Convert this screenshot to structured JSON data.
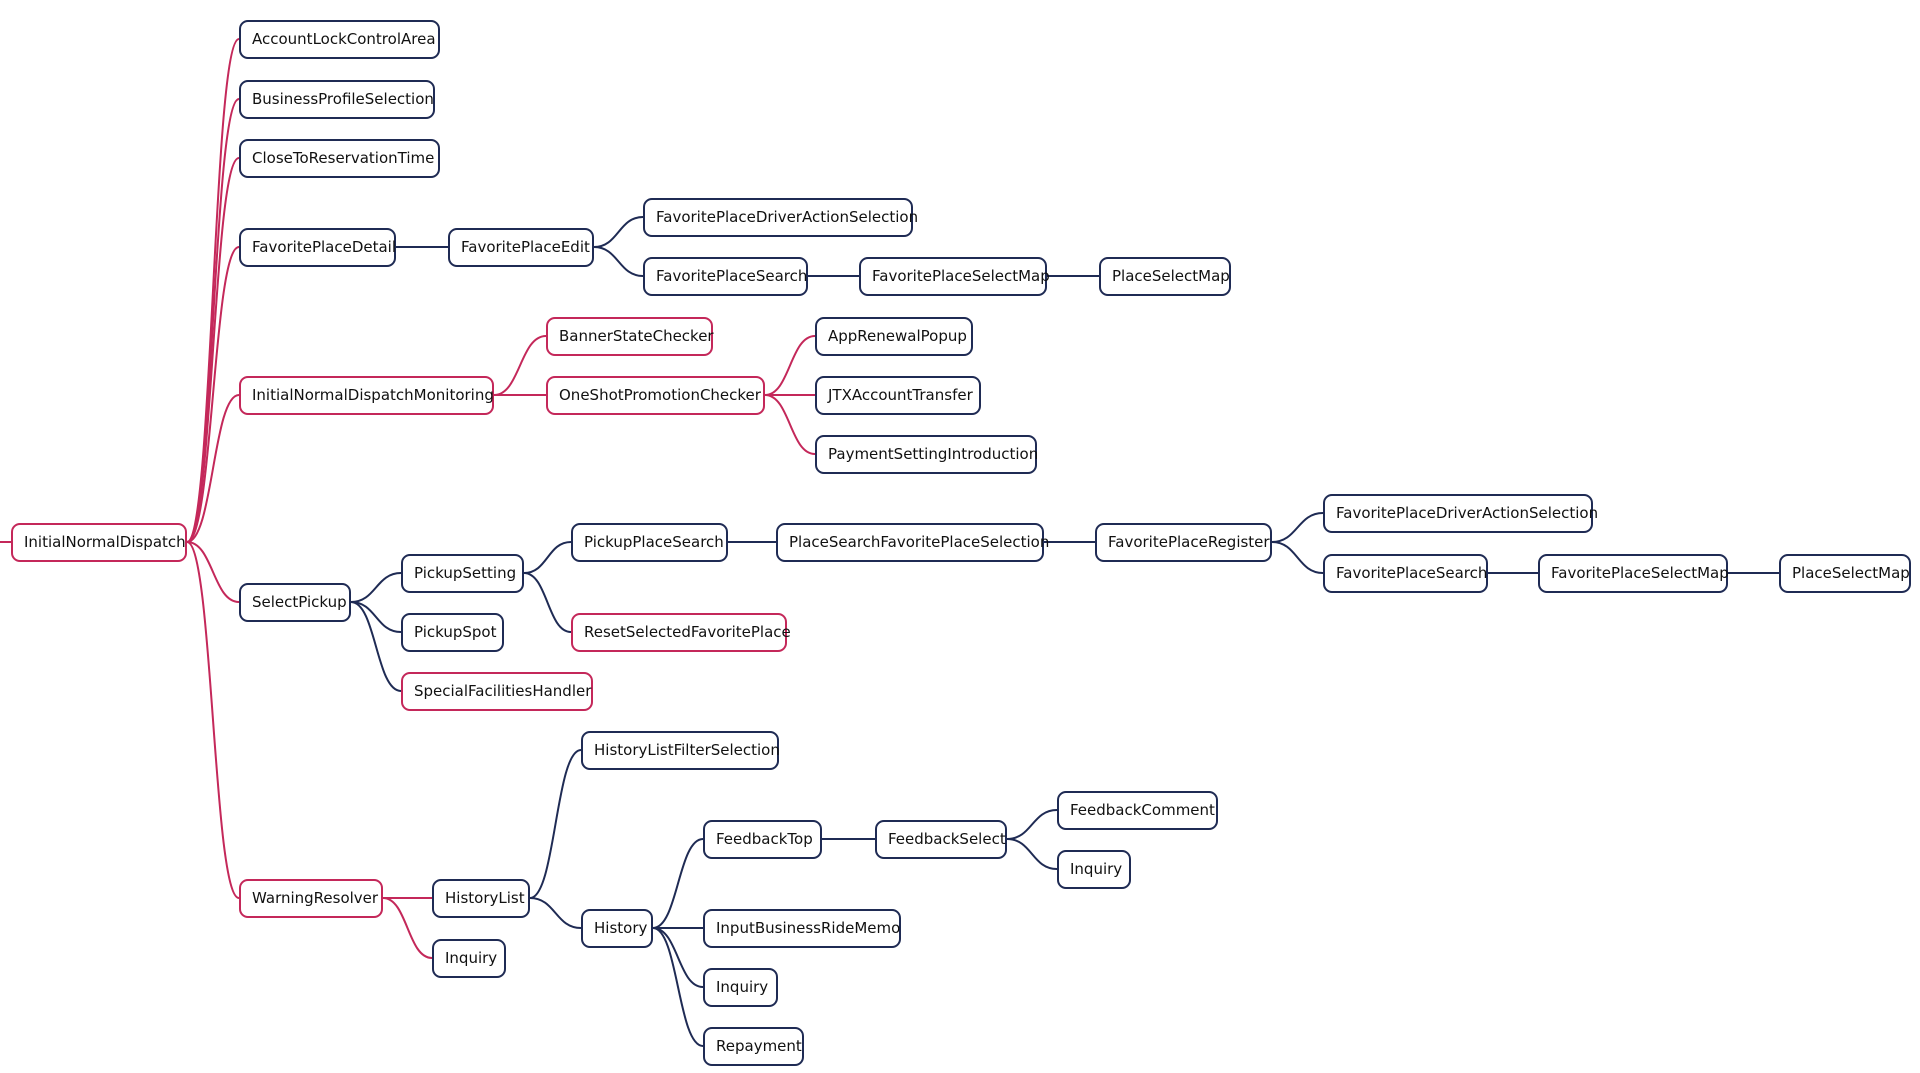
{
  "colors": {
    "navy": "#1f2b54",
    "crimson": "#c4285a"
  },
  "tree": {
    "label": "InitialNormalDispatch",
    "color": "crimson",
    "children": [
      {
        "label": "AccountLockControlArea",
        "color": "navy",
        "edge": "crimson"
      },
      {
        "label": "BusinessProfileSelection",
        "color": "navy",
        "edge": "crimson"
      },
      {
        "label": "CloseToReservationTime",
        "color": "navy",
        "edge": "crimson"
      },
      {
        "label": "FavoritePlaceDetail",
        "color": "navy",
        "edge": "crimson",
        "children": [
          {
            "label": "FavoritePlaceEdit",
            "color": "navy",
            "edge": "navy",
            "children": [
              {
                "label": "FavoritePlaceDriverActionSelection",
                "color": "navy",
                "edge": "navy"
              },
              {
                "label": "FavoritePlaceSearch",
                "color": "navy",
                "edge": "navy",
                "children": [
                  {
                    "label": "FavoritePlaceSelectMap",
                    "color": "navy",
                    "edge": "navy",
                    "children": [
                      {
                        "label": "PlaceSelectMap",
                        "color": "navy",
                        "edge": "navy"
                      }
                    ]
                  }
                ]
              }
            ]
          }
        ]
      },
      {
        "label": "InitialNormalDispatchMonitoring",
        "color": "crimson",
        "edge": "crimson",
        "children": [
          {
            "label": "BannerStateChecker",
            "color": "crimson",
            "edge": "crimson"
          },
          {
            "label": "OneShotPromotionChecker",
            "color": "crimson",
            "edge": "crimson",
            "children": [
              {
                "label": "AppRenewalPopup",
                "color": "navy",
                "edge": "crimson"
              },
              {
                "label": "JTXAccountTransfer",
                "color": "navy",
                "edge": "crimson"
              },
              {
                "label": "PaymentSettingIntroduction",
                "color": "navy",
                "edge": "crimson"
              }
            ]
          }
        ]
      },
      {
        "label": "SelectPickup",
        "color": "navy",
        "edge": "crimson",
        "children": [
          {
            "label": "PickupSetting",
            "color": "navy",
            "edge": "navy",
            "children": [
              {
                "label": "PickupPlaceSearch",
                "color": "navy",
                "edge": "navy",
                "children": [
                  {
                    "label": "PlaceSearchFavoritePlaceSelection",
                    "color": "navy",
                    "edge": "navy",
                    "children": [
                      {
                        "label": "FavoritePlaceRegister",
                        "color": "navy",
                        "edge": "navy",
                        "children": [
                          {
                            "label": "FavoritePlaceDriverActionSelection",
                            "color": "navy",
                            "edge": "navy"
                          },
                          {
                            "label": "FavoritePlaceSearch",
                            "color": "navy",
                            "edge": "navy",
                            "children": [
                              {
                                "label": "FavoritePlaceSelectMap",
                                "color": "navy",
                                "edge": "navy",
                                "children": [
                                  {
                                    "label": "PlaceSelectMap",
                                    "color": "navy",
                                    "edge": "navy"
                                  }
                                ]
                              }
                            ]
                          }
                        ]
                      }
                    ]
                  }
                ]
              },
              {
                "label": "ResetSelectedFavoritePlace",
                "color": "crimson",
                "edge": "navy"
              }
            ]
          },
          {
            "label": "PickupSpot",
            "color": "navy",
            "edge": "navy"
          },
          {
            "label": "SpecialFacilitiesHandler",
            "color": "crimson",
            "edge": "navy"
          }
        ]
      },
      {
        "label": "WarningResolver",
        "color": "crimson",
        "edge": "crimson",
        "children": [
          {
            "label": "HistoryList",
            "color": "navy",
            "edge": "crimson",
            "children": [
              {
                "label": "HistoryListFilterSelection",
                "color": "navy",
                "edge": "navy"
              },
              {
                "label": "History",
                "color": "navy",
                "edge": "navy",
                "children": [
                  {
                    "label": "FeedbackTop",
                    "color": "navy",
                    "edge": "navy",
                    "children": [
                      {
                        "label": "FeedbackSelect",
                        "color": "navy",
                        "edge": "navy",
                        "children": [
                          {
                            "label": "FeedbackComment",
                            "color": "navy",
                            "edge": "navy"
                          },
                          {
                            "label": "Inquiry",
                            "color": "navy",
                            "edge": "navy"
                          }
                        ]
                      }
                    ]
                  },
                  {
                    "label": "InputBusinessRideMemo",
                    "color": "navy",
                    "edge": "navy"
                  },
                  {
                    "label": "Inquiry",
                    "color": "navy",
                    "edge": "navy"
                  },
                  {
                    "label": "Repayment",
                    "color": "navy",
                    "edge": "navy"
                  }
                ]
              }
            ]
          },
          {
            "label": "Inquiry",
            "color": "navy",
            "edge": "crimson"
          }
        ]
      }
    ]
  }
}
